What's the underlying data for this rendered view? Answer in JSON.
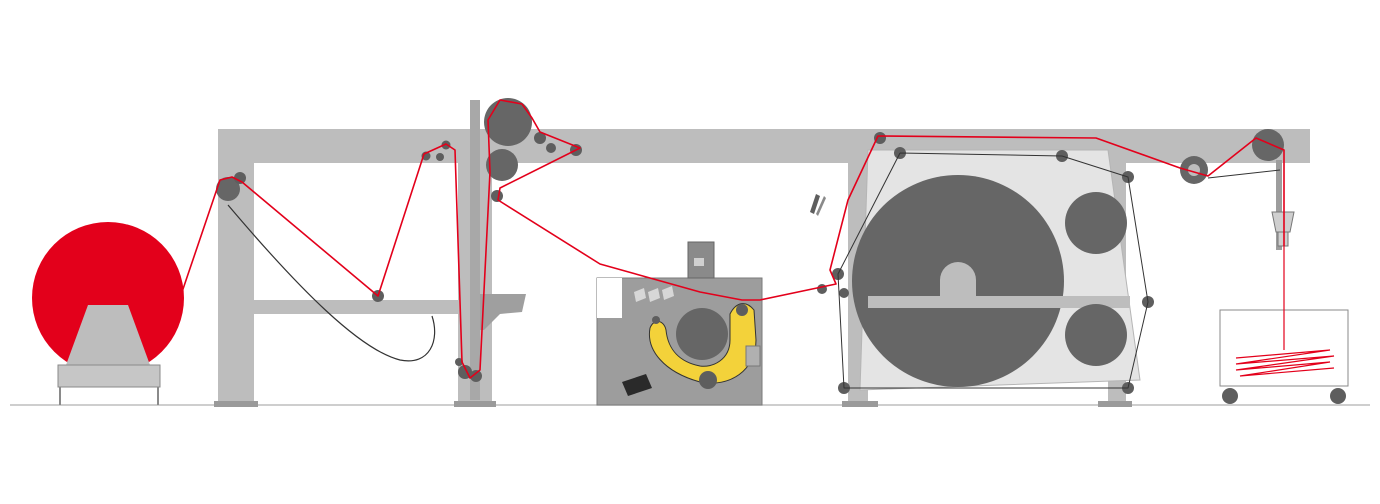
{
  "diagram": {
    "kind": "textile processing line schematic",
    "colors": {
      "frame": "#bdbdbd",
      "frame_dark": "#a8a8a8",
      "roller": "#666666",
      "small_roller": "#5e5e5e",
      "fabric_path": "#e3001b",
      "batch_roll": "#e3001b",
      "belt": "#f3d23a",
      "machine_body": "#9d9d9d",
      "guard": "#dedede",
      "floor": "#bdbdbd"
    },
    "units": [
      {
        "id": "unwind-batch",
        "icon": "fabric-batch-roll"
      },
      {
        "id": "entry-frame",
        "icon": "j-scray-frame"
      },
      {
        "id": "tension-stand",
        "icon": "roller-stand"
      },
      {
        "id": "belt-unit",
        "icon": "belt-compactor"
      },
      {
        "id": "drum-dryer",
        "icon": "cylinder-drum"
      },
      {
        "id": "plaiter",
        "icon": "plaiting-trolley"
      }
    ]
  }
}
